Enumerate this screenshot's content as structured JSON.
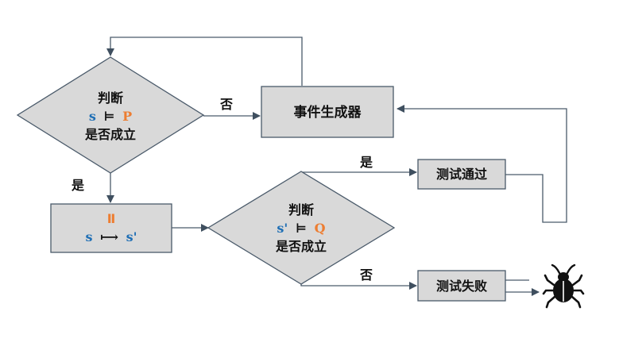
{
  "nodes": {
    "decision1": {
      "line1": "判断",
      "formula": {
        "var": "s",
        "op": "⊨",
        "prop": "P"
      },
      "line3": "是否成立"
    },
    "generator": {
      "label": "事件生成器"
    },
    "transform": {
      "symbol": "Ⅱ",
      "formula": {
        "from": "s",
        "arrow": "⟼",
        "to": "s'"
      }
    },
    "decision2": {
      "line1": "判断",
      "formula": {
        "var": "s'",
        "op": "⊨",
        "prop": "Q"
      },
      "line3": "是否成立"
    },
    "pass": {
      "label": "测试通过"
    },
    "fail": {
      "label": "测试失败"
    }
  },
  "edges": {
    "d1_no": "否",
    "d1_yes": "是",
    "d2_yes": "是",
    "d2_no": "否"
  },
  "icons": {
    "bug": "bug-icon"
  },
  "colors": {
    "node_fill": "#d9d9d9",
    "stroke": "#4a5a6a",
    "arrow": "#3f4f5f",
    "blue": "#1f6fb5",
    "orange": "#ed7d31"
  }
}
